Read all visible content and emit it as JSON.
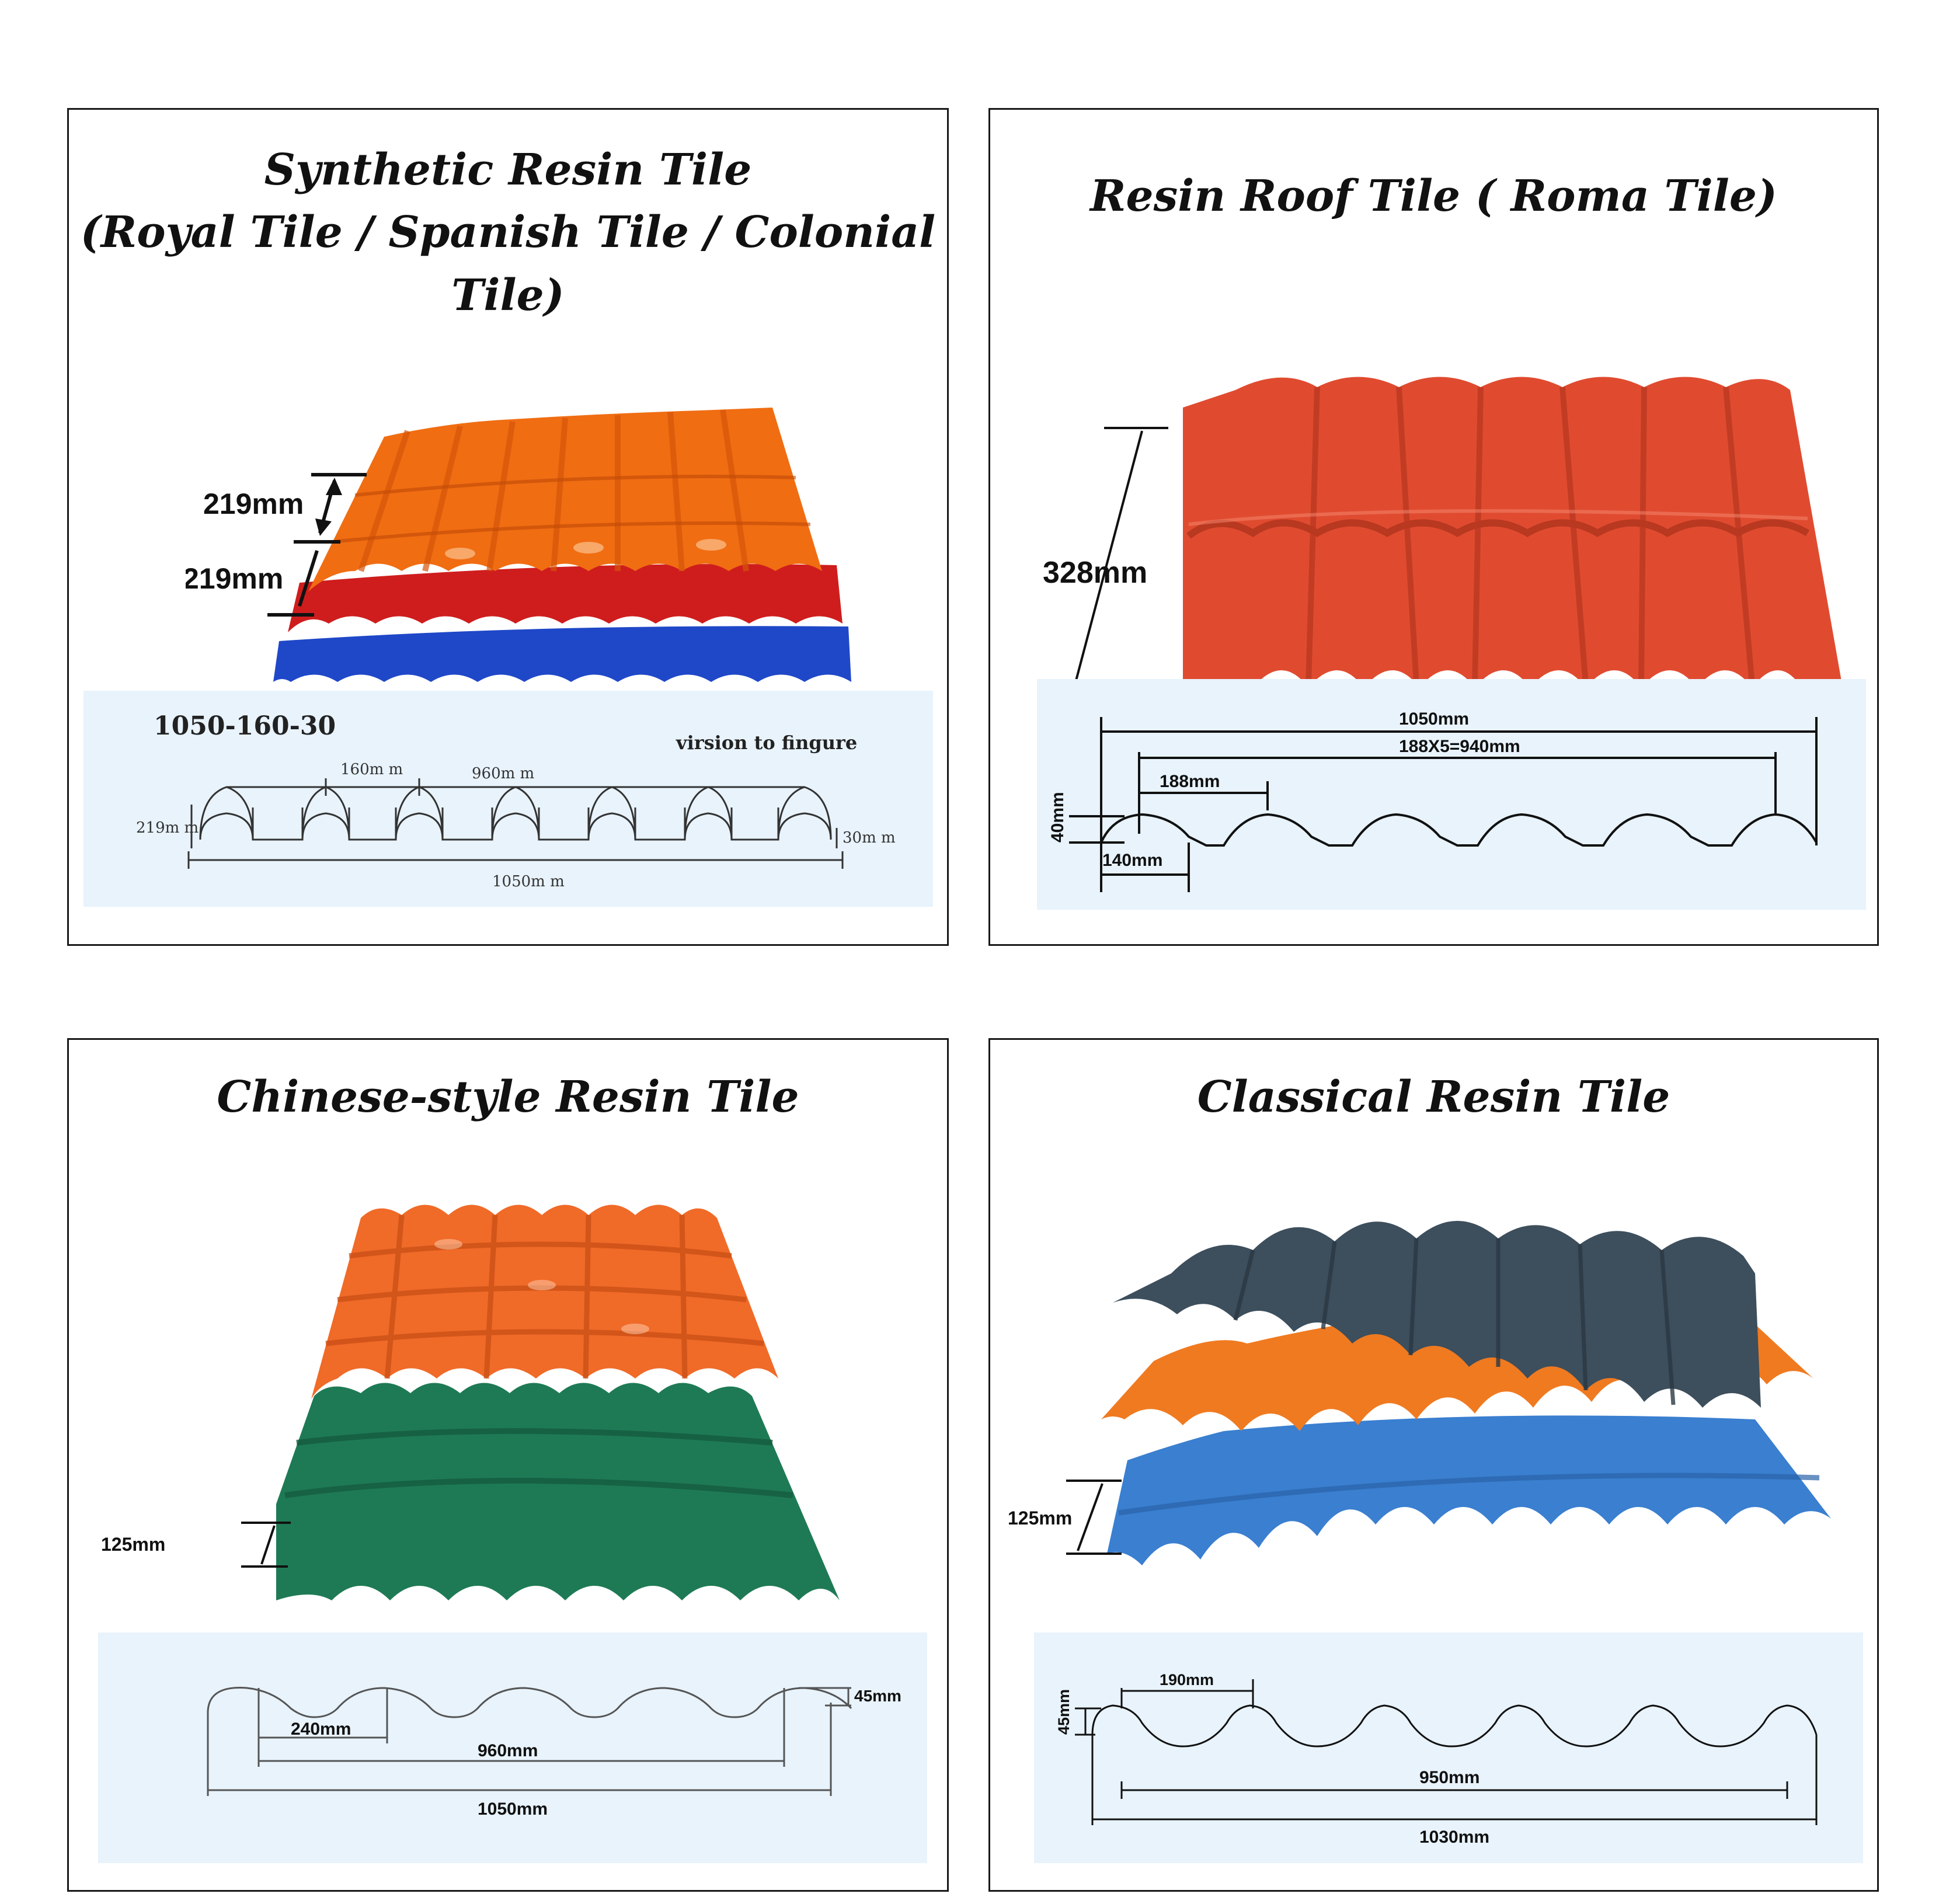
{
  "panels": [
    {
      "title_line1": "Synthetic Resin Tile",
      "title_line2": "(Royal Tile / Spanish Tile / Colonial Tile)",
      "photo_labels": {
        "row_a": "219mm",
        "row_b": "219mm",
        "wave": "160mm"
      },
      "spec": {
        "model": "1050-160-30",
        "note": "virsion to fingure",
        "pitch": "160m m",
        "inner_width": "960m m",
        "height": "219m m",
        "depth": "30m m",
        "total_width": "1050m m"
      },
      "colors": [
        "#f06d12",
        "#cf1d1d",
        "#1f48c8"
      ]
    },
    {
      "title": "Resin Roof Tile ( Roma Tile)",
      "photo_labels": {
        "row": "328mm"
      },
      "spec": {
        "total_width": "1050mm",
        "inner_width": "188X5=940mm",
        "pitch": "188mm",
        "height": "40mm",
        "bottom": "140mm"
      },
      "colors": [
        "#e04b30"
      ]
    },
    {
      "title": "Chinese-style Resin Tile",
      "photo_labels": {
        "row": "125mm"
      },
      "spec": {
        "depth": "45mm",
        "pitch": "240mm",
        "inner_width": "960mm",
        "total_width": "1050mm"
      },
      "colors": [
        "#f06a28",
        "#1e7a55"
      ]
    },
    {
      "title": "Classical Resin Tile",
      "photo_labels": {
        "row": "125mm"
      },
      "spec": {
        "pitch": "190mm",
        "height": "45mm",
        "inner_width": "950mm",
        "total_width": "1030mm"
      },
      "colors": [
        "#3d4e5c",
        "#f07a20",
        "#3a7fd0"
      ]
    }
  ]
}
